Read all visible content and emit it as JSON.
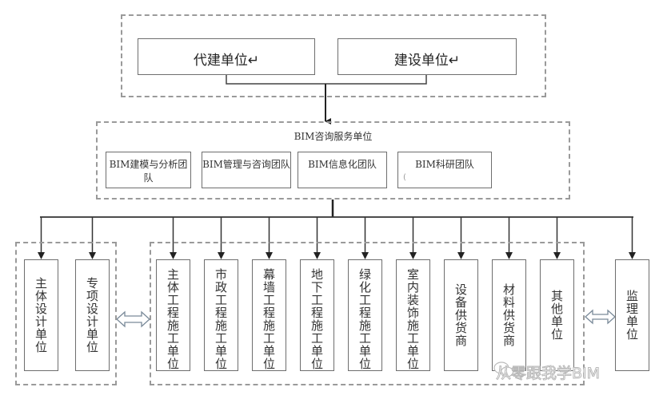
{
  "top_group": {
    "units": [
      {
        "label": "代建单位↵"
      },
      {
        "label": "建设单位↵"
      }
    ]
  },
  "bim_group": {
    "title": "BIM咨询服务单位",
    "teams": [
      {
        "label": "BIM建模与分析团队"
      },
      {
        "label": "BIM管理与咨询团队"
      },
      {
        "label": "BIM信息化团队"
      },
      {
        "label": "BIM科研团队"
      }
    ],
    "stray_mark": "("
  },
  "design_group": {
    "units": [
      {
        "label": "主体设计单位"
      },
      {
        "label": "专项设计单位"
      }
    ]
  },
  "construction_group": {
    "units": [
      {
        "label": "主体工程施工单位"
      },
      {
        "label": "市政工程施工单位"
      },
      {
        "label": "幕墙工程施工单位"
      },
      {
        "label": "地下工程施工单位"
      },
      {
        "label": "绿化工程施工单位"
      },
      {
        "label": "室内装饰施工单位"
      },
      {
        "label": "设备供货商"
      },
      {
        "label": "材料供货商"
      },
      {
        "label": "其他单位"
      }
    ]
  },
  "supervision": {
    "label": "监理单位"
  },
  "watermark": {
    "text": "从零跟我学BIM",
    "icon": "wechat-icon"
  },
  "colors": {
    "line": "#333333",
    "dash": "#9a9a9a",
    "box_border": "#6e6e6e"
  }
}
